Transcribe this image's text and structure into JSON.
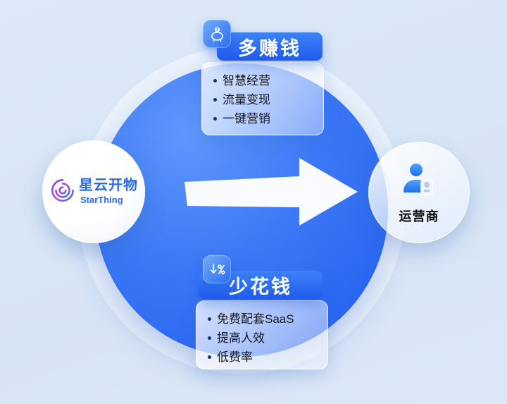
{
  "brand": {
    "logo_cn": "星云开物",
    "logo_en": "StarThing"
  },
  "arrow": {
    "direction": "right"
  },
  "right_node": {
    "label": "运营商",
    "icon": "operator-person-icon"
  },
  "cards": {
    "earn": {
      "title": "多赚钱",
      "icon": "piggy-bank-icon",
      "items": [
        "智慧经营",
        "流量变现",
        "一键营销"
      ]
    },
    "save": {
      "title": "少花钱",
      "icon": "percent-down-icon",
      "items": [
        "免费配套SaaS",
        "提高人效",
        "低费率"
      ]
    }
  },
  "colors": {
    "background": "#dbe8f8",
    "circle_blue_light": "#5f97fb",
    "circle_blue_dark": "#1f5ced",
    "badge_blue": "#2f6ef2",
    "logo_blue": "#2668f5",
    "text_dark": "#16181d",
    "arrow_white": "#ffffff"
  }
}
